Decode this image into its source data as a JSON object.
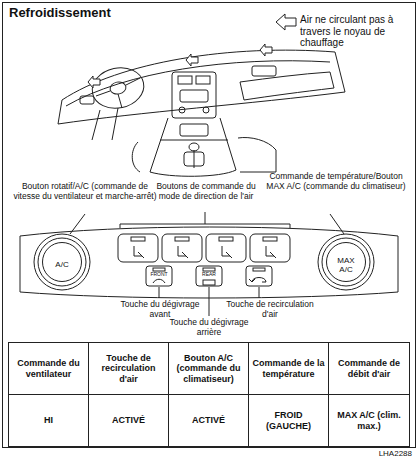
{
  "diagram": {
    "title": "Refroidissement",
    "nodes": [
      {
        "text": [
          "A/C"
        ]
      },
      {
        "text": [
          "MAX A/C"
        ]
      }
    ],
    "labels": [
      "Air ne circulant pas à travers le noyau de chauffage",
      "Bouton rotatif/A/C (commande de vitesse du ventilateur et marche-arrêt)",
      "Boutons de commande du mode de direction de l'air",
      "Commande de température/Bouton MAX A/C (commande du climatiseur)",
      "FRONT",
      "REAR",
      "Touche du dégivrage avant",
      "Touche du dégivrage arrière",
      "Touche de recirculation d'air",
      "Commande du ventilateur",
      "Touche de recirculation d'air",
      "Bouton A/C (commande du climatiseur)",
      "Commande de la température",
      "Commande de débit d'air",
      "HI",
      "ACTIVÉ",
      "ACTIVÉ",
      "FROID (GAUCHE)",
      "MAX A/C (clim. max.)",
      "LHA2288"
    ]
  }
}
